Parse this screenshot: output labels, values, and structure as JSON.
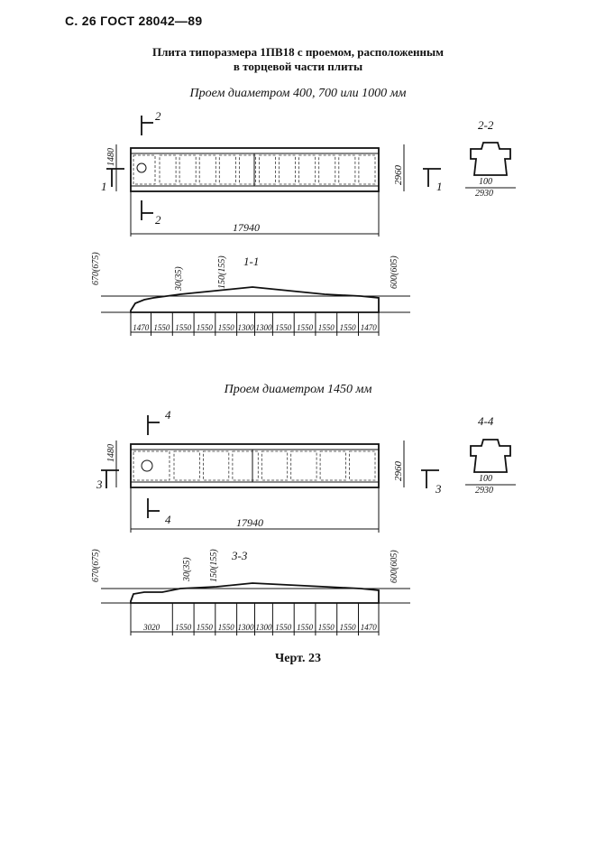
{
  "header": "С. 26 ГОСТ 28042—89",
  "title_line1": "Плита типоразмера 1ПВ18 с проемом, расположенным",
  "title_line2": "в торцевой части плиты",
  "caption": "Черт. 23",
  "drawing_a": {
    "subtitle": "Проем диаметром 400, 700 или 1000 мм",
    "plan": {
      "cut_top": "2",
      "cut_bottom": "2",
      "cut_left": "1",
      "cut_right": "1",
      "dim_width_left": "1480",
      "dim_width_right": "2960",
      "dim_length": "17940"
    },
    "end_section": {
      "label": "2-2",
      "dim_inner": "100",
      "dim_outer": "2930"
    },
    "long_section": {
      "label": "1-1",
      "dim_left_height": "670(675)",
      "dim_right_height": "600(605)",
      "dim_slope1": "30(35)",
      "dim_slope2": "150(155)",
      "segments": [
        "1470",
        "1550",
        "1550",
        "1550",
        "1550",
        "1300",
        "1300",
        "1550",
        "1550",
        "1550",
        "1550",
        "1470"
      ]
    }
  },
  "drawing_b": {
    "subtitle": "Проем диаметром 1450 мм",
    "plan": {
      "cut_top": "4",
      "cut_bottom": "4",
      "cut_left": "3",
      "cut_right": "3",
      "dim_width_left": "1480",
      "dim_width_right": "2960",
      "dim_length": "17940"
    },
    "end_section": {
      "label": "4-4",
      "dim_inner": "100",
      "dim_outer": "2930"
    },
    "long_section": {
      "label": "3-3",
      "dim_left_height": "670(675)",
      "dim_right_height": "600(605)",
      "dim_slope1": "30(35)",
      "dim_slope2": "150(155)",
      "segments": [
        "3020",
        "1550",
        "1550",
        "1550",
        "1300",
        "1300",
        "1550",
        "1550",
        "1550",
        "1550",
        "1470"
      ]
    }
  }
}
